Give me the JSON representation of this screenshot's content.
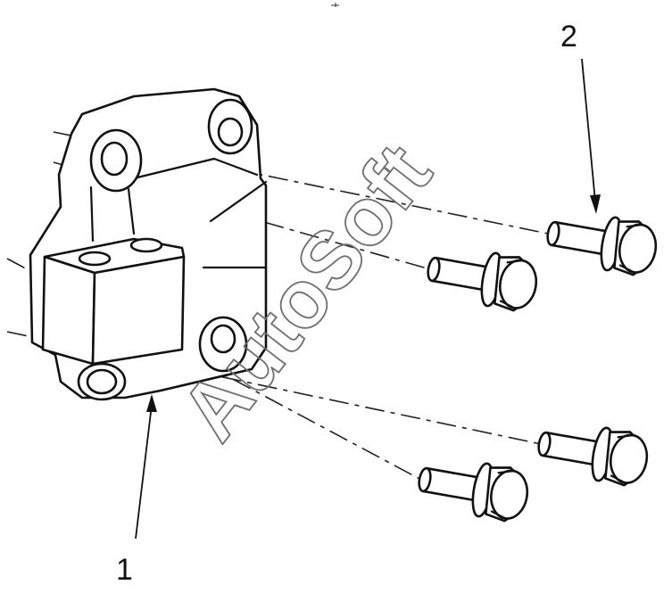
{
  "callouts": {
    "bracket": "1",
    "bolt": "2"
  },
  "watermark": "AutoSoft",
  "colors": {
    "line": "#111111",
    "watermark_outline": "#6e6e6e",
    "background": "#ffffff"
  }
}
